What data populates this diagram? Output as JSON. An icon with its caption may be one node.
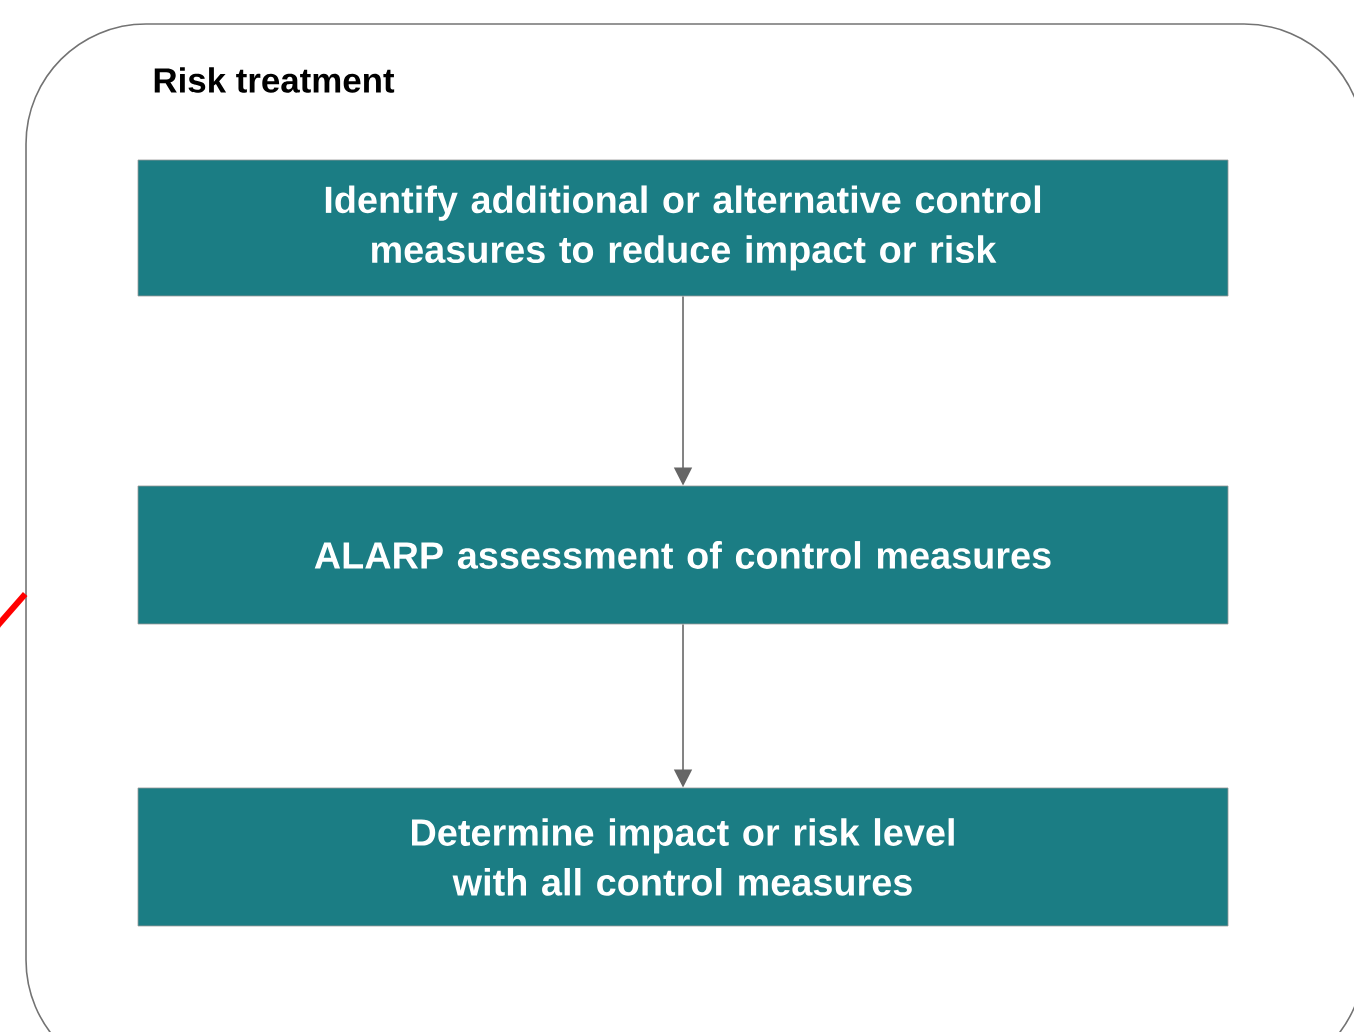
{
  "diagram": {
    "nodes": [
      {
        "text": [
          "Risk treatment"
        ]
      },
      {
        "text": [
          "Identify additional or alternative control measures to reduce impact or risk"
        ],
        "in": 0
      },
      {
        "text": [
          "ALARP assessment of control measures"
        ],
        "in": 0
      },
      {
        "text": [
          "Determine impact or risk level with all control measures"
        ],
        "in": 0
      }
    ],
    "edges": [
      {
        "from": 1,
        "to": 2,
        "arrow": "to"
      },
      {
        "from": 2,
        "to": 3,
        "arrow": "to"
      },
      {
        "from": null,
        "to": 0,
        "arrow": "none",
        "style": "thick",
        "color": "#ff0000"
      }
    ]
  }
}
